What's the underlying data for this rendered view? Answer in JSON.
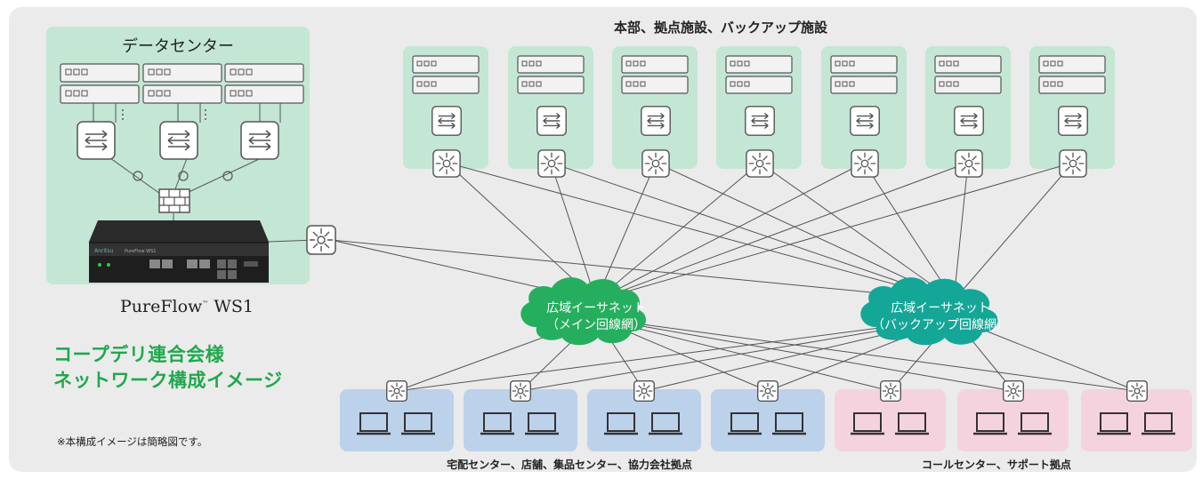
{
  "datacenter": {
    "title": "データセンター"
  },
  "sites": {
    "title": "本部、拠点施設、バックアップ施設"
  },
  "product": {
    "name": "PureFlow",
    "tm": "™",
    "model": "WS1",
    "front_brand": "Anritsu",
    "front_model": "PureFlow WS1"
  },
  "clouds": {
    "main": {
      "line1": "広域イーサネット",
      "line2": "（メイン回線網）"
    },
    "backup": {
      "line1": "広域イーサネット",
      "line2": "（バックアップ回線網）"
    }
  },
  "heading": {
    "line1": "コープデリ連合会様",
    "line2": "ネットワーク構成イメージ"
  },
  "note": "※本構成イメージは簡略図です。",
  "bottom": {
    "delivery_label": "宅配センター、店舗、集品センター、協力会社拠点",
    "call_label": "コールセンター、サポート拠点"
  },
  "colors": {
    "green_panel": "#c4e6d4",
    "blue_panel": "#bcd1ea",
    "pink_panel": "#f4d3df",
    "cloud_main": "#26ae5f",
    "cloud_backup": "#14a697",
    "heading": "#1fa84b"
  }
}
